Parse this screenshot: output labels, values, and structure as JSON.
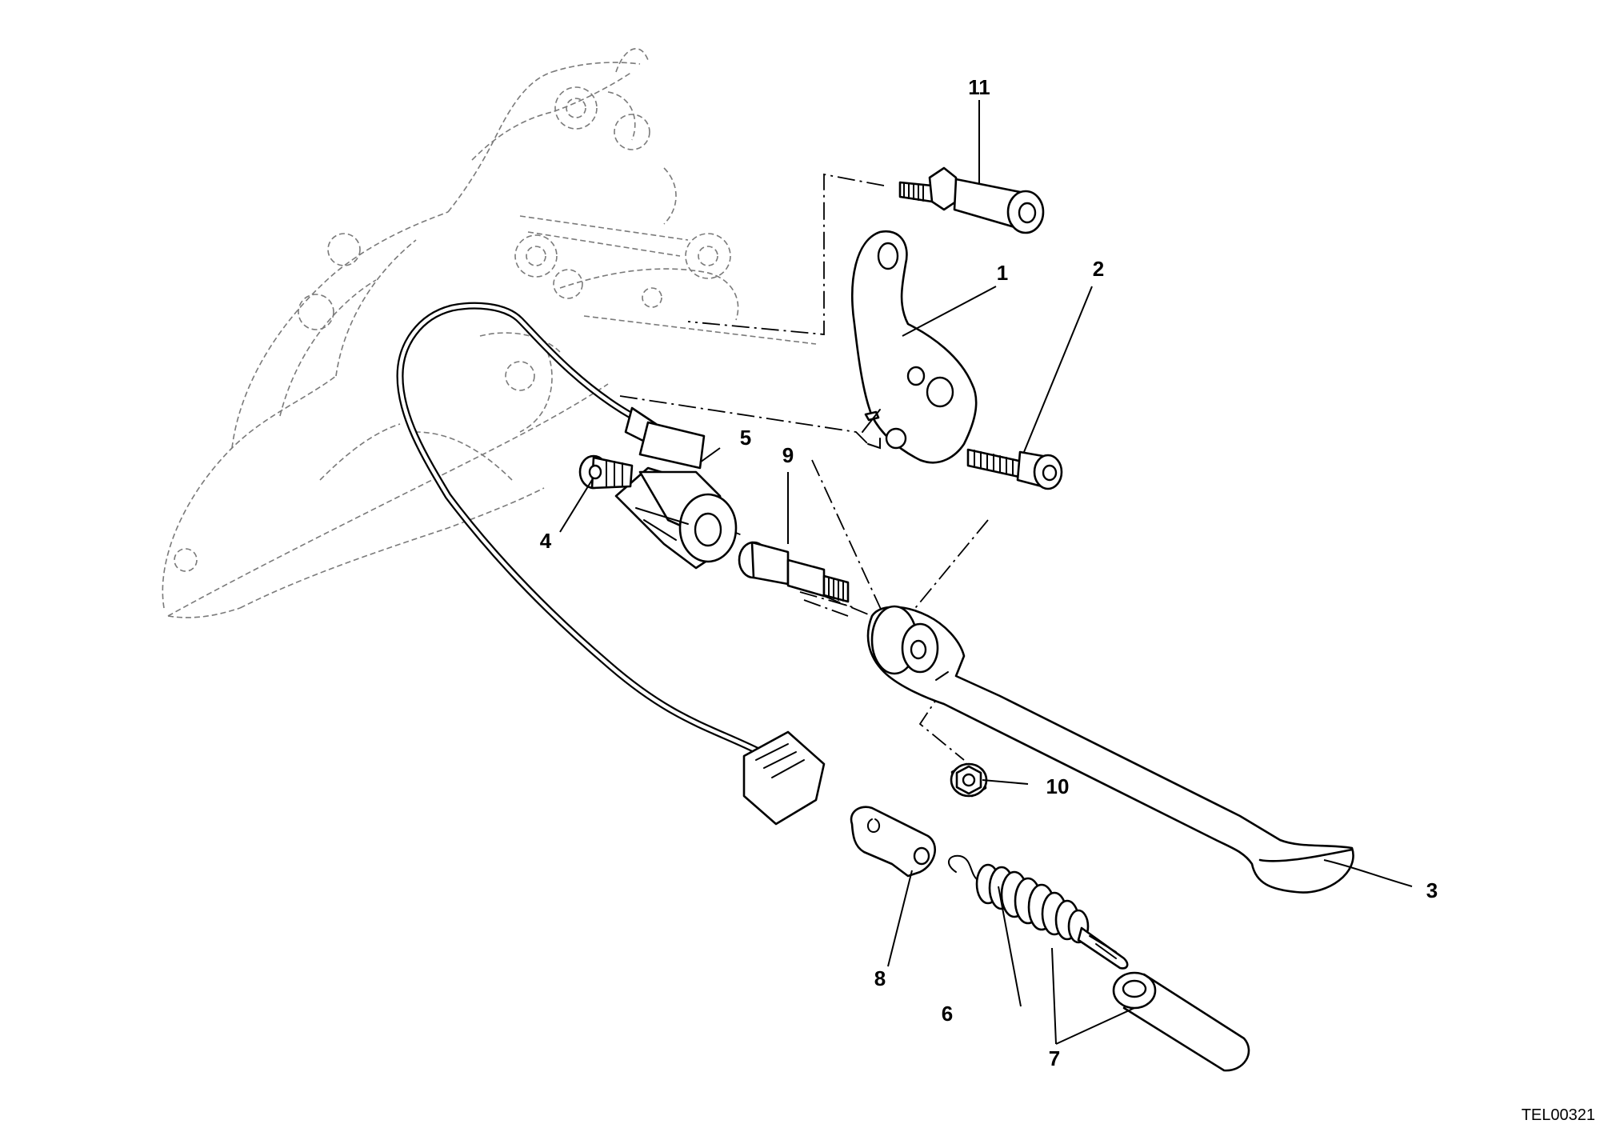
{
  "diagram": {
    "callouts": [
      {
        "id": "1",
        "text": "1"
      },
      {
        "id": "2",
        "text": "2"
      },
      {
        "id": "3",
        "text": "3"
      },
      {
        "id": "4",
        "text": "4"
      },
      {
        "id": "5",
        "text": "5"
      },
      {
        "id": "6",
        "text": "6"
      },
      {
        "id": "7",
        "text": "7"
      },
      {
        "id": "8",
        "text": "8"
      },
      {
        "id": "9",
        "text": "9"
      },
      {
        "id": "10",
        "text": "10"
      },
      {
        "id": "11",
        "text": "11"
      }
    ],
    "drawing_code": "TEL00321"
  }
}
